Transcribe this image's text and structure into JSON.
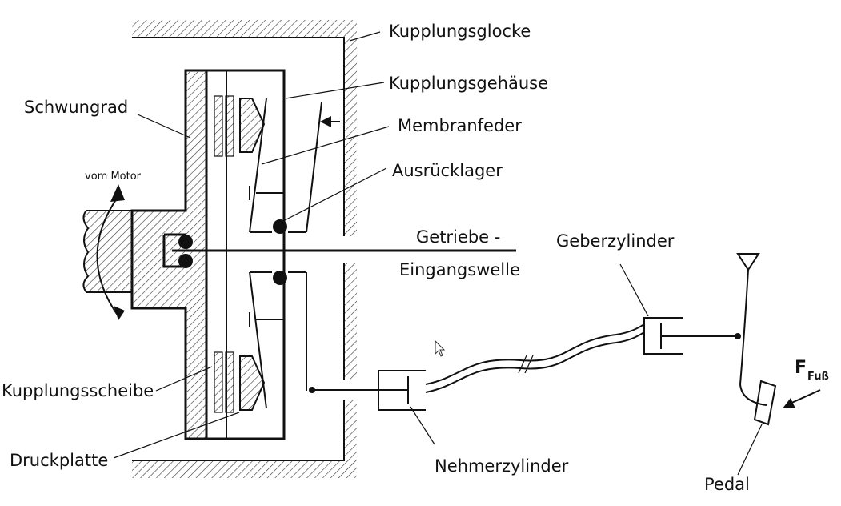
{
  "labels": {
    "kupplungsglocke": "Kupplungsglocke",
    "kupplungsgehaeuse": "Kupplungsgehäuse",
    "membranfeder": "Membranfeder",
    "ausruecklager": "Ausrücklager",
    "schwungrad": "Schwungrad",
    "vom_motor": "vom Motor",
    "getriebe_1": "Getriebe -",
    "getriebe_2": "Eingangswelle",
    "geberzylinder": "Geberzylinder",
    "nehmerzylinder": "Nehmerzylinder",
    "kupplungsscheibe": "Kupplungsscheibe",
    "druckplatte": "Druckplatte",
    "pedal": "Pedal",
    "force_main": "F",
    "force_sub": "Fuß"
  }
}
